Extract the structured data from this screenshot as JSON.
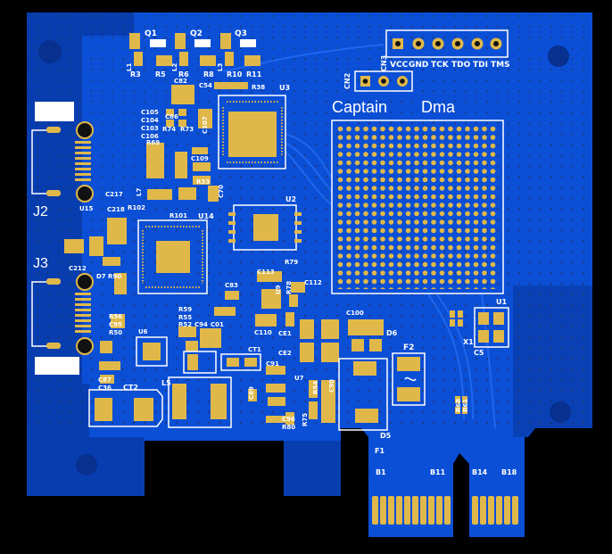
{
  "board": {
    "title_left": "Captain",
    "title_right": "Dma",
    "colors": {
      "pcb": "#0b4fd6",
      "pcb_dark": "#07308f",
      "gold": "#e0b84a",
      "silk": "#ffffff",
      "bg": "#000000"
    }
  },
  "headers": {
    "cn3": {
      "ref": "CN3",
      "pins": [
        "VCC",
        "GND",
        "TCK",
        "TDO",
        "TDI",
        "TMS"
      ]
    },
    "cn2": {
      "ref": "CN2"
    }
  },
  "connectors": [
    {
      "ref": "J2",
      "extra": "U15"
    },
    {
      "ref": "J3",
      "extra": "C212"
    }
  ],
  "ics": {
    "u1": "U1",
    "u2": "U2",
    "u3": "U3",
    "u6": "U6",
    "u7": "U7",
    "u9": "U9",
    "u14": "U14"
  },
  "parts": {
    "q1": "Q1",
    "q2": "Q2",
    "q3": "Q3",
    "l1": "L1",
    "l2": "L2",
    "l3": "L3",
    "r3": "R3",
    "r5": "R5",
    "r6": "R6",
    "r8": "R8",
    "r10": "R10",
    "r11": "R11",
    "c82": "C82",
    "c54": "C54",
    "r38": "R38",
    "c105": "C105",
    "c104": "C104",
    "c103": "C103",
    "c106": "C106",
    "c86": "C86",
    "r74": "R74",
    "r73": "R73",
    "c107": "C107",
    "r69": "R69",
    "c109": "C109",
    "r33": "R33",
    "l7": "L7",
    "c70": "C70",
    "c217": "C217",
    "c218": "C218",
    "r102": "R102",
    "r101": "R101",
    "d7": "D7",
    "r90": "R90",
    "r56": "R56",
    "c95": "C95",
    "r50": "R50",
    "r59": "R59",
    "r55": "R55",
    "r52": "R52",
    "c94": "C94",
    "c01": "C01",
    "c83": "C83",
    "c113": "C113",
    "r79": "R79",
    "r78": "R78",
    "c112": "C112",
    "c110": "C110",
    "ce1": "CE1",
    "ce2": "CE2",
    "c100": "C100",
    "d6": "D6",
    "f2": "F2",
    "c91": "C91",
    "c89": "C89",
    "c90": "C90",
    "r54": "R54",
    "c96": "C96",
    "r80": "R80",
    "r75": "R75",
    "d5": "D5",
    "f1": "F1",
    "c87": "C87",
    "c36": "C36",
    "ct2": "CT2",
    "l5": "L5",
    "ct1": "CT1",
    "c5": "C5",
    "x1": "X1",
    "r68": "R68",
    "r61": "R61"
  },
  "edge": {
    "b1": "B1",
    "b11": "B11",
    "b14": "B14",
    "b18": "B18"
  }
}
